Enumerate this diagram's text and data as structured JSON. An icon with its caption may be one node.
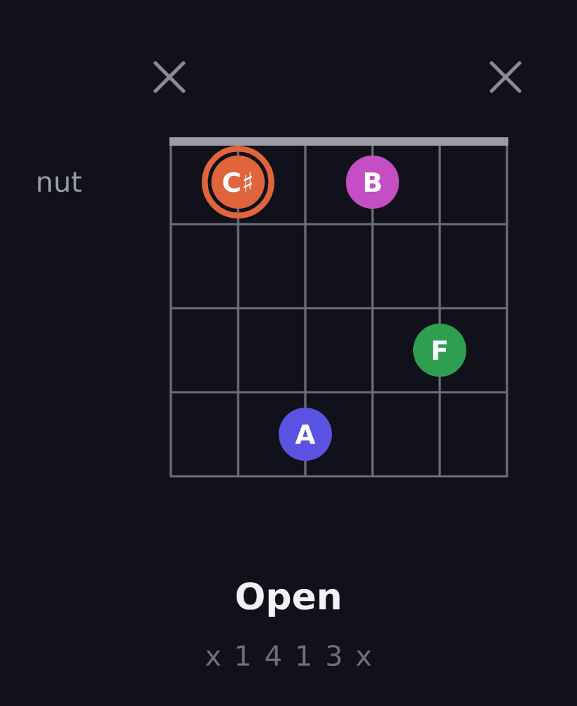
{
  "diagram": {
    "title": "Open",
    "nodes": [
      {
        "text": [
          "C♯"
        ]
      },
      {
        "text": [
          "B"
        ]
      },
      {
        "text": [
          "F"
        ]
      },
      {
        "text": [
          "A"
        ]
      }
    ],
    "labels": [
      "nut",
      "x 1 4 1 3 x"
    ]
  }
}
